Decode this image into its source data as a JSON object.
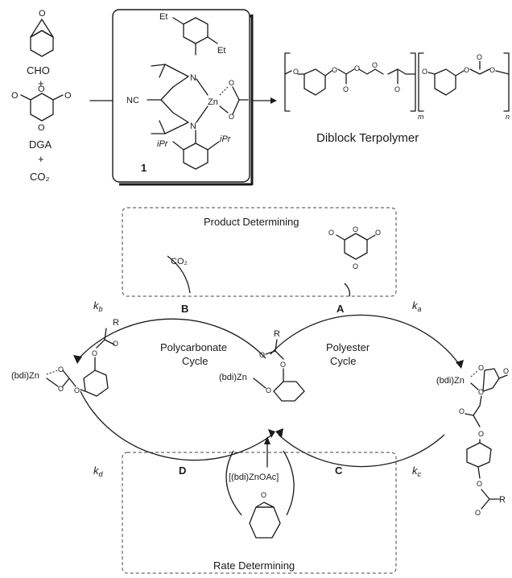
{
  "top": {
    "cho": "CHO",
    "plus1": "+",
    "dga": "DGA",
    "plus2": "+",
    "co2": "CO₂",
    "catalyst_nc": "NC",
    "catalyst_zn": "Zn",
    "catalyst_n1": "N",
    "catalyst_n2": "N",
    "catalyst_et1": "Et",
    "catalyst_et2": "Et",
    "catalyst_ipr1": "iPr",
    "catalyst_ipr2": "iPr",
    "catalyst_number": "1",
    "polymer_m": "m",
    "polymer_n": "n",
    "polymer_label": "Diblock Terpolymer"
  },
  "cycle": {
    "product_determining": "Product Determining",
    "rate_determining": "Rate Determining",
    "co2": "CO₂",
    "kb": "k",
    "kb_sub": "b",
    "ka": "k",
    "ka_sub": "a",
    "kc": "k",
    "kc_sub": "c",
    "kd": "k",
    "kd_sub": "d",
    "label_a": "A",
    "label_b": "B",
    "label_c": "C",
    "label_d": "D",
    "polycarbonate": "Polycarbonate",
    "polycarbonate_2": "Cycle",
    "polyester": "Polyester",
    "polyester_2": "Cycle",
    "bdizn_left": "(bdi)Zn",
    "bdizn_center": "(bdi)Zn",
    "bdizn_right": "(bdi)Zn",
    "r_left": "R",
    "r_center": "R",
    "r_right": "R",
    "initiator": "[(bdi)ZnOAc]"
  }
}
